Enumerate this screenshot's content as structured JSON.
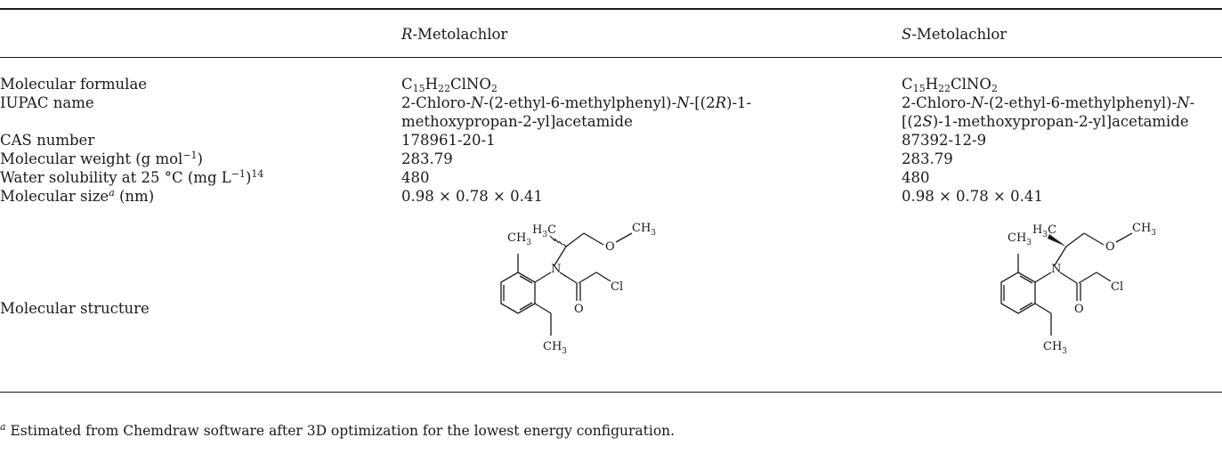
{
  "header": {
    "r_prefix": "R",
    "r_rest": "-Metolachlor",
    "s_prefix": "S",
    "s_rest": "-Metolachlor"
  },
  "rows": {
    "formula_label": "Molecular formulae",
    "iupac_label": "IUPAC name",
    "cas_label": "CAS number",
    "mw_label_pre": "Molecular weight (g mol",
    "mw_label_sup": "−1",
    "mw_label_post": ")",
    "ws_label_pre": "Water solubility at 25 °C (mg L",
    "ws_label_sup": "−1",
    "ws_label_mid": ")",
    "ws_label_ref": "14",
    "size_label_pre": "Molecular size",
    "size_label_sup": "a",
    "size_label_post": " (nm)",
    "structure_label": "Molecular structure"
  },
  "formula": {
    "c": "C",
    "c_n": "15",
    "h": "H",
    "h_n": "22",
    "rest": "ClNO",
    "o_n": "2"
  },
  "r": {
    "iupac_line1_a": "2-Chloro-",
    "iupac_line1_n1": "N",
    "iupac_line1_b": "-(2-ethyl-6-methylphenyl)-",
    "iupac_line1_n2": "N",
    "iupac_line1_c": "-[(2",
    "iupac_line1_r": "R",
    "iupac_line1_d": ")-1-",
    "iupac_line2": "methoxypropan-2-yl]acetamide",
    "cas": "178961-20-1",
    "mw": "283.79",
    "solubility": "480",
    "size": "0.98 × 0.78 × 0.41"
  },
  "s": {
    "iupac_line1_a": "2-Chloro-",
    "iupac_line1_n1": "N",
    "iupac_line1_b": "-(2-ethyl-6-methylphenyl)-",
    "iupac_line1_n2": "N",
    "iupac_line1_c": "-",
    "iupac_line2_a": "[(2",
    "iupac_line2_s": "S",
    "iupac_line2_b": ")-1-methoxypropan-2-yl]acetamide",
    "cas": "87392-12-9",
    "mw": "283.79",
    "solubility": "480",
    "size": "0.98 × 0.78 × 0.41"
  },
  "structure_labels": {
    "methyl": "CH",
    "methyl_n": "3",
    "h3c_h": "H",
    "h3c_n": "3",
    "h3c_c": "C",
    "oxygen": "O",
    "nitrogen": "N",
    "chlorine": "Cl",
    "carbonyl_o": "O"
  },
  "footnote": {
    "marker": "a",
    "text": " Estimated from Chemdraw software after 3D optimization for the lowest energy configuration."
  }
}
